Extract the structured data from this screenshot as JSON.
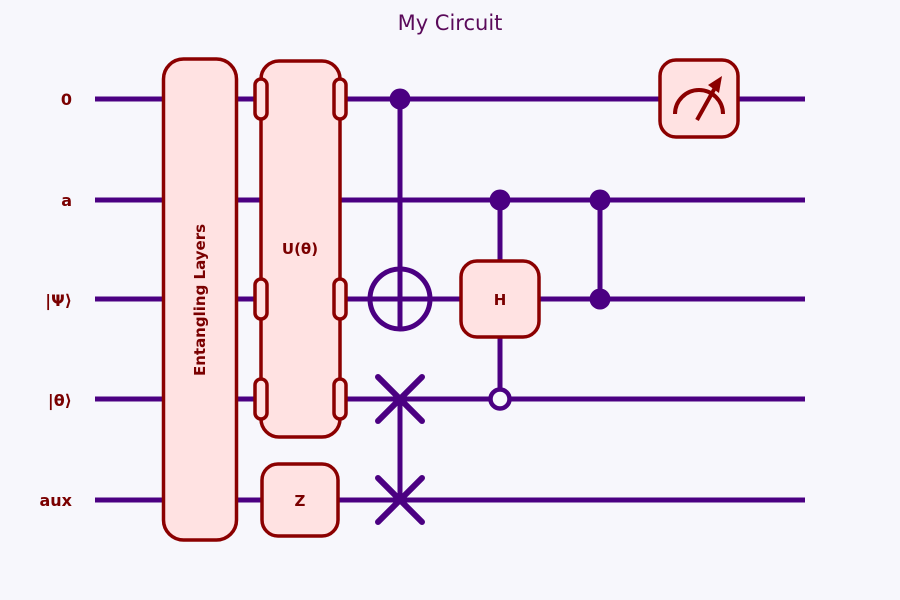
{
  "title": "My Circuit",
  "wires": [
    {
      "label": "0"
    },
    {
      "label": "a"
    },
    {
      "label": "|Ψ⟩"
    },
    {
      "label": "|θ⟩"
    },
    {
      "label": "aux"
    }
  ],
  "gates": {
    "entangling": "Entangling Layers",
    "u_theta": "U(θ)",
    "z": "Z",
    "h": "H"
  },
  "colors": {
    "wire": "#4B0082",
    "gate_fill": "#FFE2E2",
    "gate_border": "#8B0000",
    "gate_text": "#7A0000",
    "title": "#5A0A5A",
    "background": "#F7F7FC"
  }
}
